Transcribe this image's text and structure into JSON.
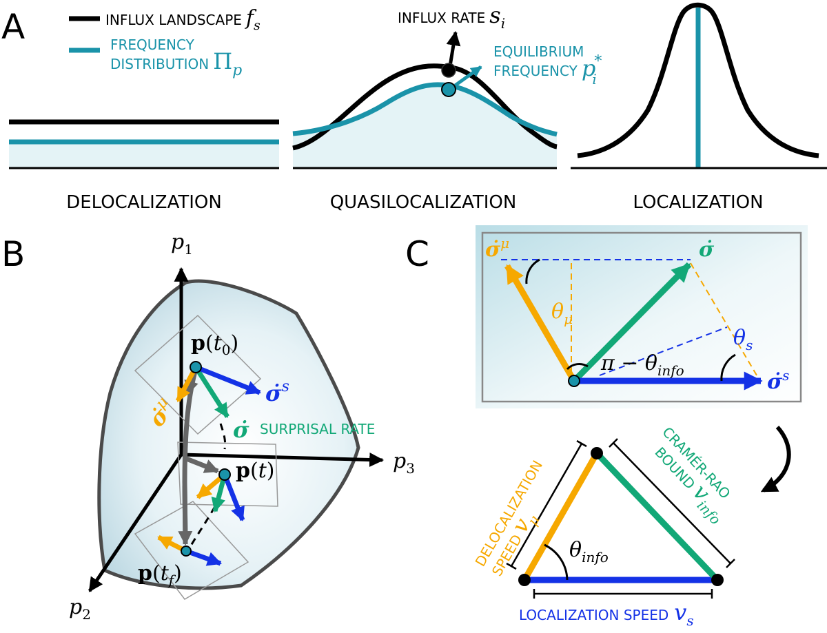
{
  "colors": {
    "black": "#000000",
    "teal": "#1a93a9",
    "teal_fill": "#e4f3f6",
    "orange": "#f6a800",
    "green": "#12a877",
    "blue": "#1432e6",
    "gray": "#666666",
    "box_gray": "#888888"
  },
  "panel_a": {
    "label": "A",
    "legend": {
      "landscape_text": "INFLUX LANDSCAPE",
      "landscape_sym": "f",
      "landscape_sub": "s",
      "freq_line1": "FREQUENCY",
      "freq_line2": "DISTRIBUTION",
      "freq_sym": "Π",
      "freq_sub": "p"
    },
    "influx_rate": {
      "text": "INFLUX RATE",
      "sym": "s",
      "sub": "i"
    },
    "equilibrium": {
      "line1": "EQUILIBRIUM",
      "line2": "FREQUENCY",
      "sym": "p",
      "sub": "i",
      "sup": "*"
    },
    "regimes": [
      "DELOCALIZATION",
      "QUASILOCALIZATION",
      "LOCALIZATION"
    ]
  },
  "panel_b": {
    "label": "B",
    "axes": {
      "p1": {
        "sym": "p",
        "sub": "1"
      },
      "p2": {
        "sym": "p",
        "sub": "2"
      },
      "p3": {
        "sym": "p",
        "sub": "3"
      }
    },
    "points": {
      "t0": {
        "bold": "p",
        "open": "(",
        "sym": "t",
        "sub": "0",
        "close": ")"
      },
      "t": {
        "bold": "p",
        "open": "(",
        "sym": "t",
        "close": ")"
      },
      "tf": {
        "bold": "p",
        "open": "(",
        "sym": "t",
        "sub": "f",
        "close": ")"
      }
    },
    "sigma_s": {
      "sym": "σ̇",
      "sup": "s"
    },
    "sigma_mu": {
      "sym": "σ̇",
      "sup": "μ"
    },
    "sigma": {
      "sym": "σ̇",
      "text": "SURPRISAL RATE"
    }
  },
  "panel_c": {
    "label": "C",
    "sigma_mu": {
      "sym": "σ̇",
      "sup": "μ"
    },
    "sigma": {
      "sym": "σ̇"
    },
    "sigma_s": {
      "sym": "σ̇",
      "sup": "s"
    },
    "theta_mu": {
      "sym": "θ",
      "sub": "μ"
    },
    "theta_s": {
      "sym": "θ",
      "sub": "s"
    },
    "pi_theta": {
      "sym": "π − θ",
      "sub": "info"
    },
    "triangle": {
      "deloc_line1": "DELOCALIZATION",
      "deloc_line2": "SPEED",
      "deloc_sym": "v",
      "deloc_sub": "μ",
      "cr_line1": "CRAMÉR-RAO",
      "cr_line2": "BOUND",
      "cr_sym": "v",
      "cr_sub": "info",
      "theta_sym": "θ",
      "theta_sub": "info",
      "loc_text": "LOCALIZATION SPEED",
      "loc_sym": "v",
      "loc_sub": "s"
    }
  }
}
